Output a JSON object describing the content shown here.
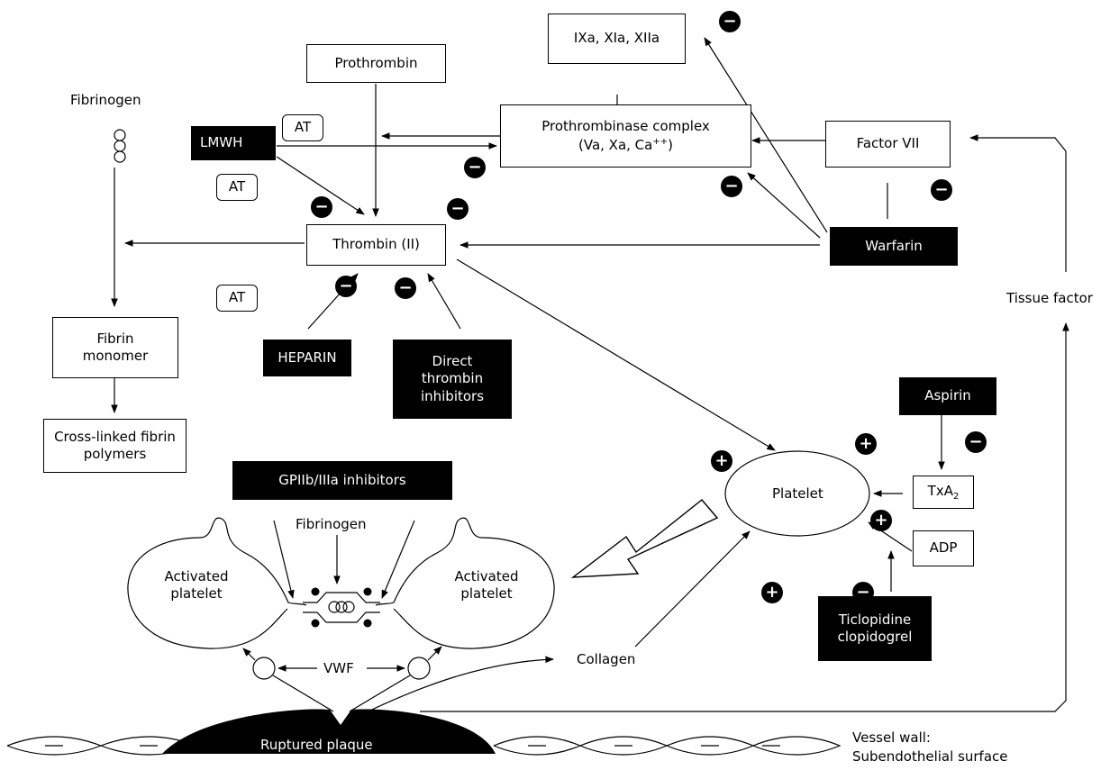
{
  "nodes": {
    "prothrombin": "Prothrombin",
    "ixa_xia_xiia": "IXa, XIa, XIIa",
    "prothrombinase_line1": "Prothrombinase complex",
    "prothrombinase_line2": "(Va, Xa, Ca",
    "prothrombinase_sup": "++",
    "prothrombinase_close": ")",
    "factor_vii": "Factor VII",
    "thrombin": "Thrombin (II)",
    "fibrin_monomer": "Fibrin monomer",
    "cross_linked": "Cross-linked fibrin polymers",
    "txa2": "TxA",
    "txa2_sub": "2",
    "adp": "ADP",
    "platelet": "Platelet",
    "activated_platelet_left": "Activated platelet",
    "activated_platelet_right": "Activated platelet"
  },
  "drugs": {
    "lmwh": "LMWH",
    "warfarin": "Warfarin",
    "heparin": "HEPARIN",
    "direct_thrombin": "Direct thrombin inhibitors",
    "aspirin": "Aspirin",
    "gpiib": "GPIIb/IIIa inhibitors",
    "ticlopidine": "Ticlopidine clopidogrel",
    "ruptured_plaque": "Ruptured plaque"
  },
  "cofactors": {
    "at_top": "AT",
    "at_mid": "AT",
    "at_low": "AT"
  },
  "labels": {
    "fibrinogen_top": "Fibrinogen",
    "fibrinogen_mid": "Fibrinogen",
    "tissue_factor": "Tissue factor",
    "collagen": "Collagen",
    "vwf": "VWF",
    "vessel_wall": "Vessel wall:",
    "subendothelial": "Subendothelial surface"
  },
  "signs": {
    "minus": "−",
    "plus": "+"
  }
}
